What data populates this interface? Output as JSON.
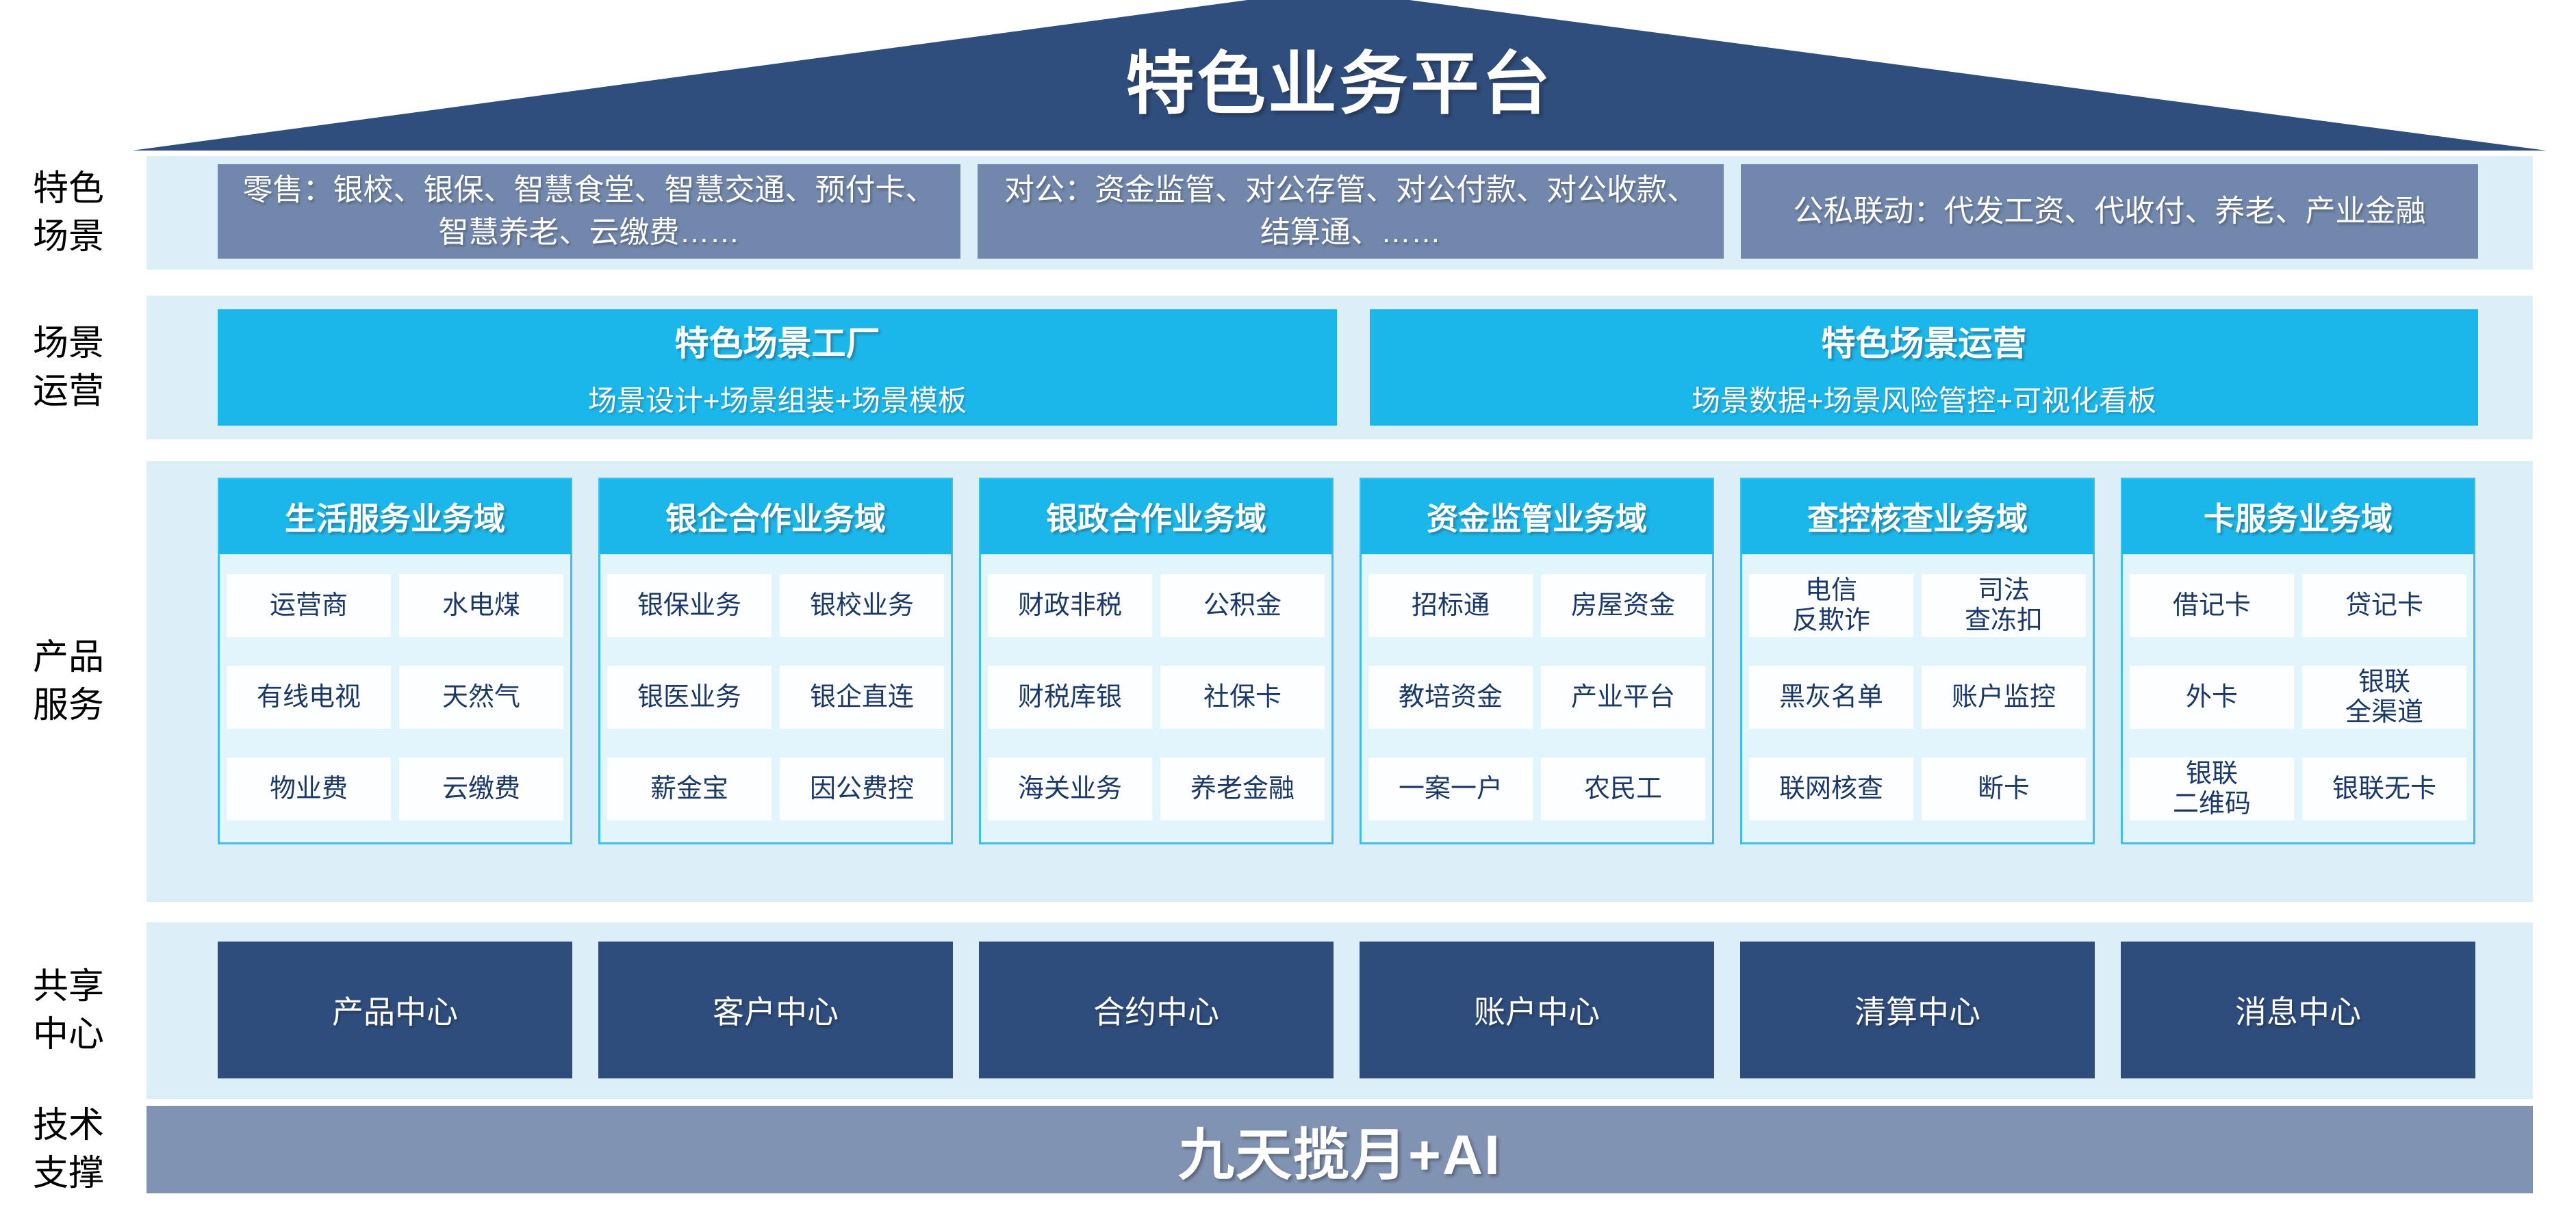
{
  "roof": {
    "title": "特色业务平台"
  },
  "scenario": {
    "label": "特色\n场景",
    "boxes": [
      "零售：银校、银保、智慧食堂、智慧交通、预付卡、智慧养老、云缴费……",
      "对公：资金监管、对公存管、对公付款、对公收款、结算通、……",
      "公私联动：代发工资、代收付、养老、产业金融"
    ]
  },
  "operations": {
    "label": "场景\n运营",
    "boxes": [
      {
        "title": "特色场景工厂",
        "subtitle": "场景设计+场景组装+场景模板"
      },
      {
        "title": "特色场景运营",
        "subtitle": "场景数据+场景风险管控+可视化看板"
      }
    ]
  },
  "products": {
    "label": "产品\n服务",
    "columns": [
      {
        "header": "生活服务业务域",
        "items": [
          "运营商",
          "水电煤",
          "有线电视",
          "天然气",
          "物业费",
          "云缴费"
        ]
      },
      {
        "header": "银企合作业务域",
        "items": [
          "银保业务",
          "银校业务",
          "银医业务",
          "银企直连",
          "薪金宝",
          "因公费控"
        ]
      },
      {
        "header": "银政合作业务域",
        "items": [
          "财政非税",
          "公积金",
          "财税库银",
          "社保卡",
          "海关业务",
          "养老金融"
        ]
      },
      {
        "header": "资金监管业务域",
        "items": [
          "招标通",
          "房屋资金",
          "教培资金",
          "产业平台",
          "一案一户",
          "农民工"
        ]
      },
      {
        "header": "查控核查业务域",
        "items": [
          "电信\n反欺诈",
          "司法\n查冻扣",
          "黑灰名单",
          "账户监控",
          "联网核查",
          "断卡"
        ]
      },
      {
        "header": "卡服务业务域",
        "items": [
          "借记卡",
          "贷记卡",
          "外卡",
          "银联\n全渠道",
          "银联\n二维码",
          "银联无卡"
        ]
      }
    ]
  },
  "centers": {
    "label": "共享\n中心",
    "boxes": [
      "产品中心",
      "客户中心",
      "合约中心",
      "账户中心",
      "清算中心",
      "消息中心"
    ]
  },
  "tech": {
    "label": "技术\n支撑",
    "bar": "九天揽月+AI"
  },
  "colors": {
    "roof_navy": "#2F4E7E",
    "band_light_blue": "#DCEFF8",
    "scenario_box_blue_gray": "#7187AB",
    "accent_cyan": "#1BB7EB",
    "column_body": "#E3F5FC",
    "column_border": "#3DBFE8",
    "cell_text_navy": "#1B3866",
    "center_navy": "#2E4C7C",
    "tech_bar_gray_blue": "#8093B2"
  }
}
